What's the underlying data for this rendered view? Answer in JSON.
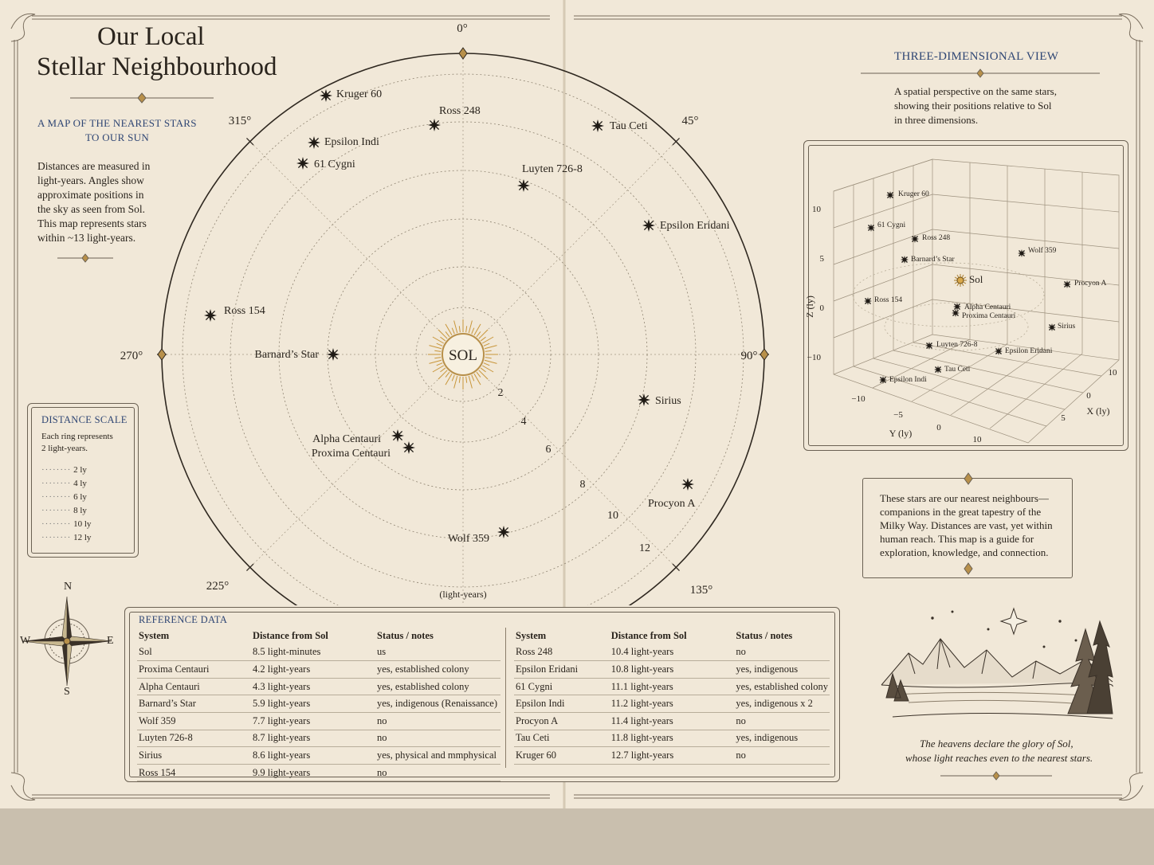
{
  "title": {
    "line1": "Our Local",
    "line2": "Stellar Neighbourhood"
  },
  "subtitle": {
    "line1": "A MAP OF THE NEAREST STARS",
    "line2": "TO OUR SUN"
  },
  "intro": [
    "Distances are measured in",
    "light-years. Angles show",
    "approximate positions in",
    "the sky as seen from Sol.",
    "This map represents stars",
    "within ~13 light-years."
  ],
  "scale": {
    "title": "DISTANCE SCALE",
    "desc": [
      "Each ring represents",
      "2 light-years."
    ],
    "rings": [
      "2 ly",
      "4 ly",
      "6 ly",
      "8 ly",
      "10 ly",
      "12 ly"
    ]
  },
  "compass": {
    "n": "N",
    "e": "E",
    "s": "S",
    "w": "W"
  },
  "polar": {
    "center_label": "SOL",
    "angles": [
      "0°",
      "45°",
      "90°",
      "135°",
      "225°",
      "270°",
      "315°"
    ],
    "ring_labels": [
      "2",
      "4",
      "6",
      "8",
      "10",
      "12"
    ],
    "unit": "(light-years)",
    "stars": [
      {
        "name": "Kruger 60"
      },
      {
        "name": "Ross 248"
      },
      {
        "name": "Tau Ceti"
      },
      {
        "name": "Epsilon Indi"
      },
      {
        "name": "61 Cygni"
      },
      {
        "name": "Luyten 726-8"
      },
      {
        "name": "Epsilon Eridani"
      },
      {
        "name": "Ross 154"
      },
      {
        "name": "Barnard’s Star"
      },
      {
        "name": "Sirius"
      },
      {
        "name": "Alpha Centauri"
      },
      {
        "name": "Proxima Centauri"
      },
      {
        "name": "Procyon A"
      },
      {
        "name": "Wolf 359"
      }
    ]
  },
  "three_d": {
    "heading": "THREE-DIMENSIONAL VIEW",
    "desc": [
      "A spatial perspective on the same stars,",
      "showing their positions relative to Sol",
      "in three dimensions."
    ],
    "z_label": "Z (ly)",
    "y_label": "Y (ly)",
    "x_label": "X (ly)",
    "z_ticks": [
      "10",
      "5",
      "0",
      "−10"
    ],
    "y_ticks": [
      "−10",
      "−5",
      "0",
      "10"
    ],
    "x_ticks": [
      "10",
      "0",
      "5"
    ],
    "sol": "Sol",
    "stars": [
      {
        "name": "Kruger 60"
      },
      {
        "name": "61 Cygni"
      },
      {
        "name": "Ross 248"
      },
      {
        "name": "Barnard’s Star"
      },
      {
        "name": "Wolf 359"
      },
      {
        "name": "Procyon A"
      },
      {
        "name": "Ross 154"
      },
      {
        "name": "Alpha Centauri"
      },
      {
        "name": "Proxima Centauri"
      },
      {
        "name": "Sirius"
      },
      {
        "name": "Luyten 726-8"
      },
      {
        "name": "Epsilon Eridani"
      },
      {
        "name": "Tau Ceti"
      },
      {
        "name": "Epsilon Indi"
      }
    ]
  },
  "note": [
    "These stars are our nearest neighbours—",
    "companions in the great tapestry of the",
    "Milky Way. Distances are vast, yet within",
    "human reach. This map is a guide for",
    "exploration, knowledge, and connection."
  ],
  "quote": [
    "The heavens declare the glory of Sol,",
    "whose light reaches even to the nearest stars."
  ],
  "reference": {
    "title": "REFERENCE DATA",
    "headers": [
      "System",
      "Distance from Sol",
      "Status / notes"
    ],
    "left": [
      [
        "Sol",
        "8.5 light-minutes",
        "us"
      ],
      [
        "Proxima Centauri",
        "4.2 light-years",
        "yes, established colony"
      ],
      [
        "Alpha Centauri",
        "4.3 light-years",
        "yes, established colony"
      ],
      [
        "Barnard’s Star",
        "5.9 light-years",
        "yes, indigenous (Renaissance)"
      ],
      [
        "Wolf 359",
        "7.7 light-years",
        "no"
      ],
      [
        "Luyten 726-8",
        "8.7 light-years",
        "no"
      ],
      [
        "Sirius",
        "8.6 light-years",
        "yes, physical and mmphysical"
      ],
      [
        "Ross 154",
        "9.9 light-years",
        "no"
      ]
    ],
    "right": [
      [
        "Ross 248",
        "10.4 light-years",
        "no"
      ],
      [
        "Epsilon Eridani",
        "10.8 light-years",
        "yes, indigenous"
      ],
      [
        "61 Cygni",
        "11.1 light-years",
        "yes, established colony"
      ],
      [
        "Epsilon Indi",
        "11.2 light-years",
        "yes, indigenous x 2"
      ],
      [
        "Procyon A",
        "11.4 light-years",
        "no"
      ],
      [
        "Tau Ceti",
        "11.8 light-years",
        "yes, indigenous"
      ],
      [
        "Kruger 60",
        "12.7 light-years",
        "no"
      ]
    ]
  }
}
